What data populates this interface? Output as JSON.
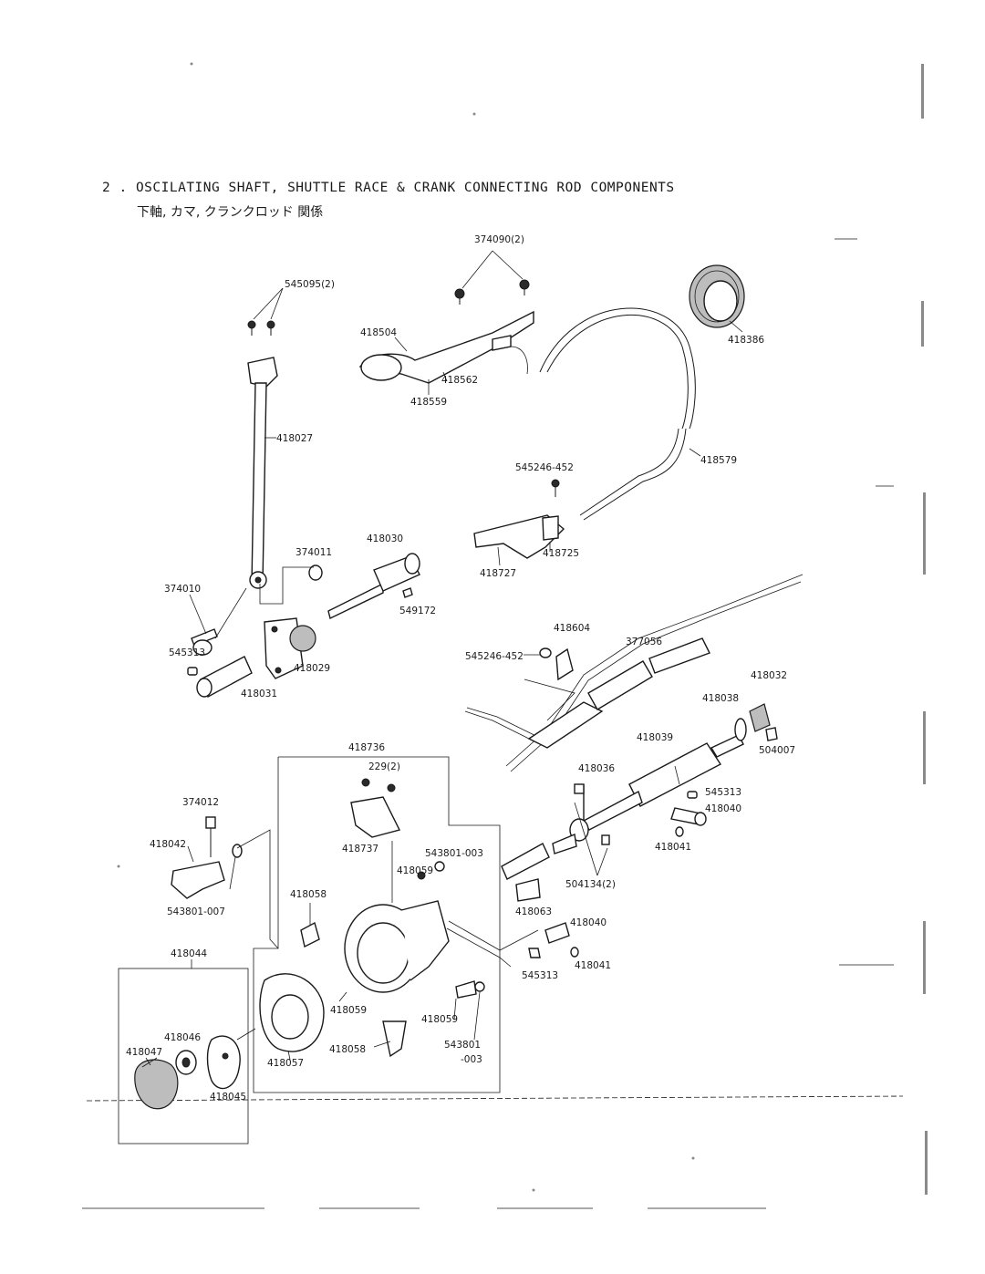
{
  "heading": {
    "number": "2",
    "title": "OSCILATING SHAFT, SHUTTLE RACE & CRANK CONNECTING ROD COMPONENTS",
    "japanese": "下軸, カマ, クランクロッド 関係"
  },
  "labels": {
    "p374090": "374090(2)",
    "p545095": "545095(2)",
    "p418504": "418504",
    "p418562": "418562",
    "p418559": "418559",
    "p418386": "418386",
    "p418027": "418027",
    "p418579": "418579",
    "p545246a": "545246-452",
    "p418725": "418725",
    "p418727": "418727",
    "p418030": "418030",
    "p374011": "374011",
    "p374010": "374010",
    "p549172": "549172",
    "p545313a": "545313",
    "p418029": "418029",
    "p418031": "418031",
    "p418604": "418604",
    "p377056": "377056",
    "p545246b": "545246-452",
    "p418032": "418032",
    "p418038": "418038",
    "p418039": "418039",
    "p504007": "504007",
    "p418736": "418736",
    "p229": "229(2)",
    "p418036": "418036",
    "p545313b": "545313",
    "p418040a": "418040",
    "p374012": "374012",
    "p418042": "418042",
    "p418737": "418737",
    "p543801a": "543801-003",
    "p418041a": "418041",
    "p504134": "504134(2)",
    "p418059a": "418059",
    "p418058a": "418058",
    "p543801b": "543801-007",
    "p418063": "418063",
    "p418040b": "418040",
    "p418041b": "418041",
    "p418044": "418044",
    "p545313c": "545313",
    "p418059b": "418059",
    "p418046": "418046",
    "p418047": "418047",
    "p418059c": "418059",
    "p543801c": "543801",
    "p543801c2": "-003",
    "p418058b": "418058",
    "p418057": "418057",
    "p418045": "418045"
  }
}
